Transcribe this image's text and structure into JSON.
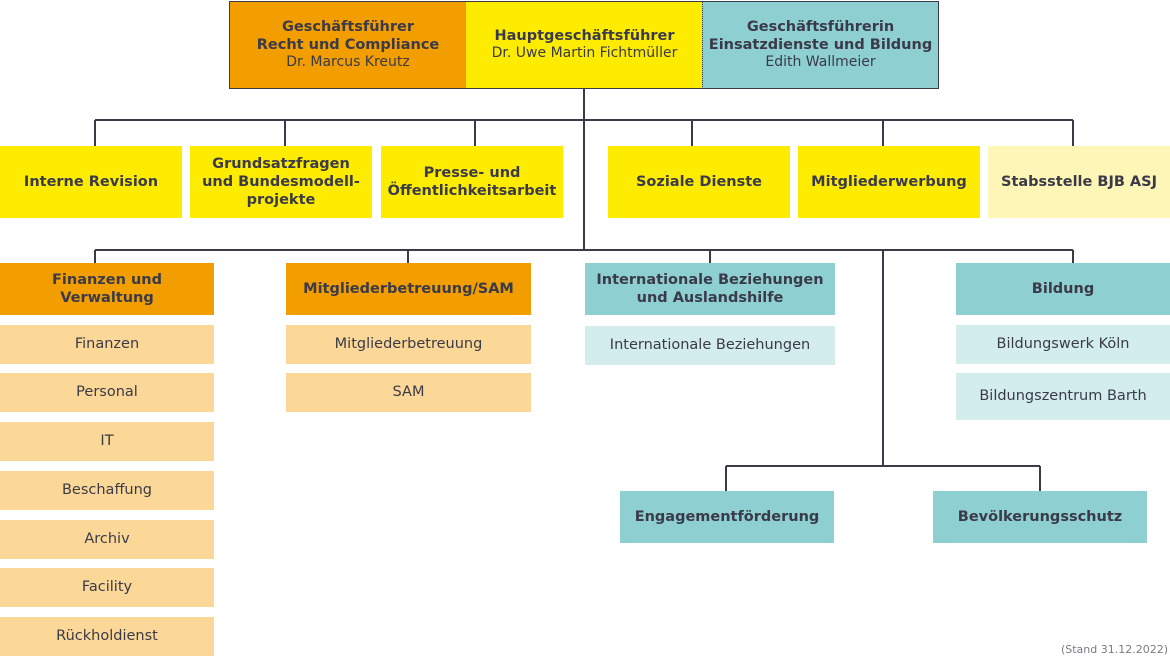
{
  "colors": {
    "orange": "#f29d00",
    "orange_light": "#fbd897",
    "yellow": "#fdec00",
    "yellow_light": "#fdf6b6",
    "teal": "#8ecfd1",
    "teal_light": "#d3eded",
    "line": "#3a3a48"
  },
  "leadership": {
    "left": {
      "title1": "Geschäftsführer",
      "title2": "Recht und Compliance",
      "name": "Dr. Marcus Kreutz"
    },
    "center": {
      "title1": "Hauptgeschäftsführer",
      "name": "Dr. Uwe Martin Fichtmüller"
    },
    "right": {
      "title1": "Geschäftsführerin",
      "title2": "Einsatzdienste und Bildung",
      "name": "Edith Wallmeier"
    }
  },
  "staff": {
    "revision": "Interne Revision",
    "grundsatz": [
      "Grundsatzfragen",
      "und Bundesmodell-",
      "projekte"
    ],
    "presse": [
      "Presse- und",
      "Öffentlichkeitsarbeit"
    ],
    "soziale": "Soziale Dienste",
    "werbung": "Mitgliederwerbung",
    "stabsstelle": "Stabsstelle BJB ASJ"
  },
  "departments": {
    "finanzen": {
      "title": [
        "Finanzen und",
        "Verwaltung"
      ],
      "items": [
        "Finanzen",
        "Personal",
        "IT",
        "Beschaffung",
        "Archiv",
        "Facility",
        "Rückholdienst"
      ]
    },
    "mitglieder": {
      "title": "Mitgliederbetreuung/SAM",
      "items": [
        "Mitgliederbetreuung",
        "SAM"
      ]
    },
    "international": {
      "title": [
        "Internationale Beziehungen",
        "und Auslandshilfe"
      ],
      "items": [
        "Internationale Beziehungen"
      ]
    },
    "bildung": {
      "title": "Bildung",
      "items": [
        "Bildungswerk Köln",
        "Bildungszentrum Barth"
      ]
    },
    "engagement": "Engagementförderung",
    "bevoelkerung": "Bevölkerungsschutz"
  },
  "footer": {
    "stand": "(Stand 31.12.2022)"
  }
}
